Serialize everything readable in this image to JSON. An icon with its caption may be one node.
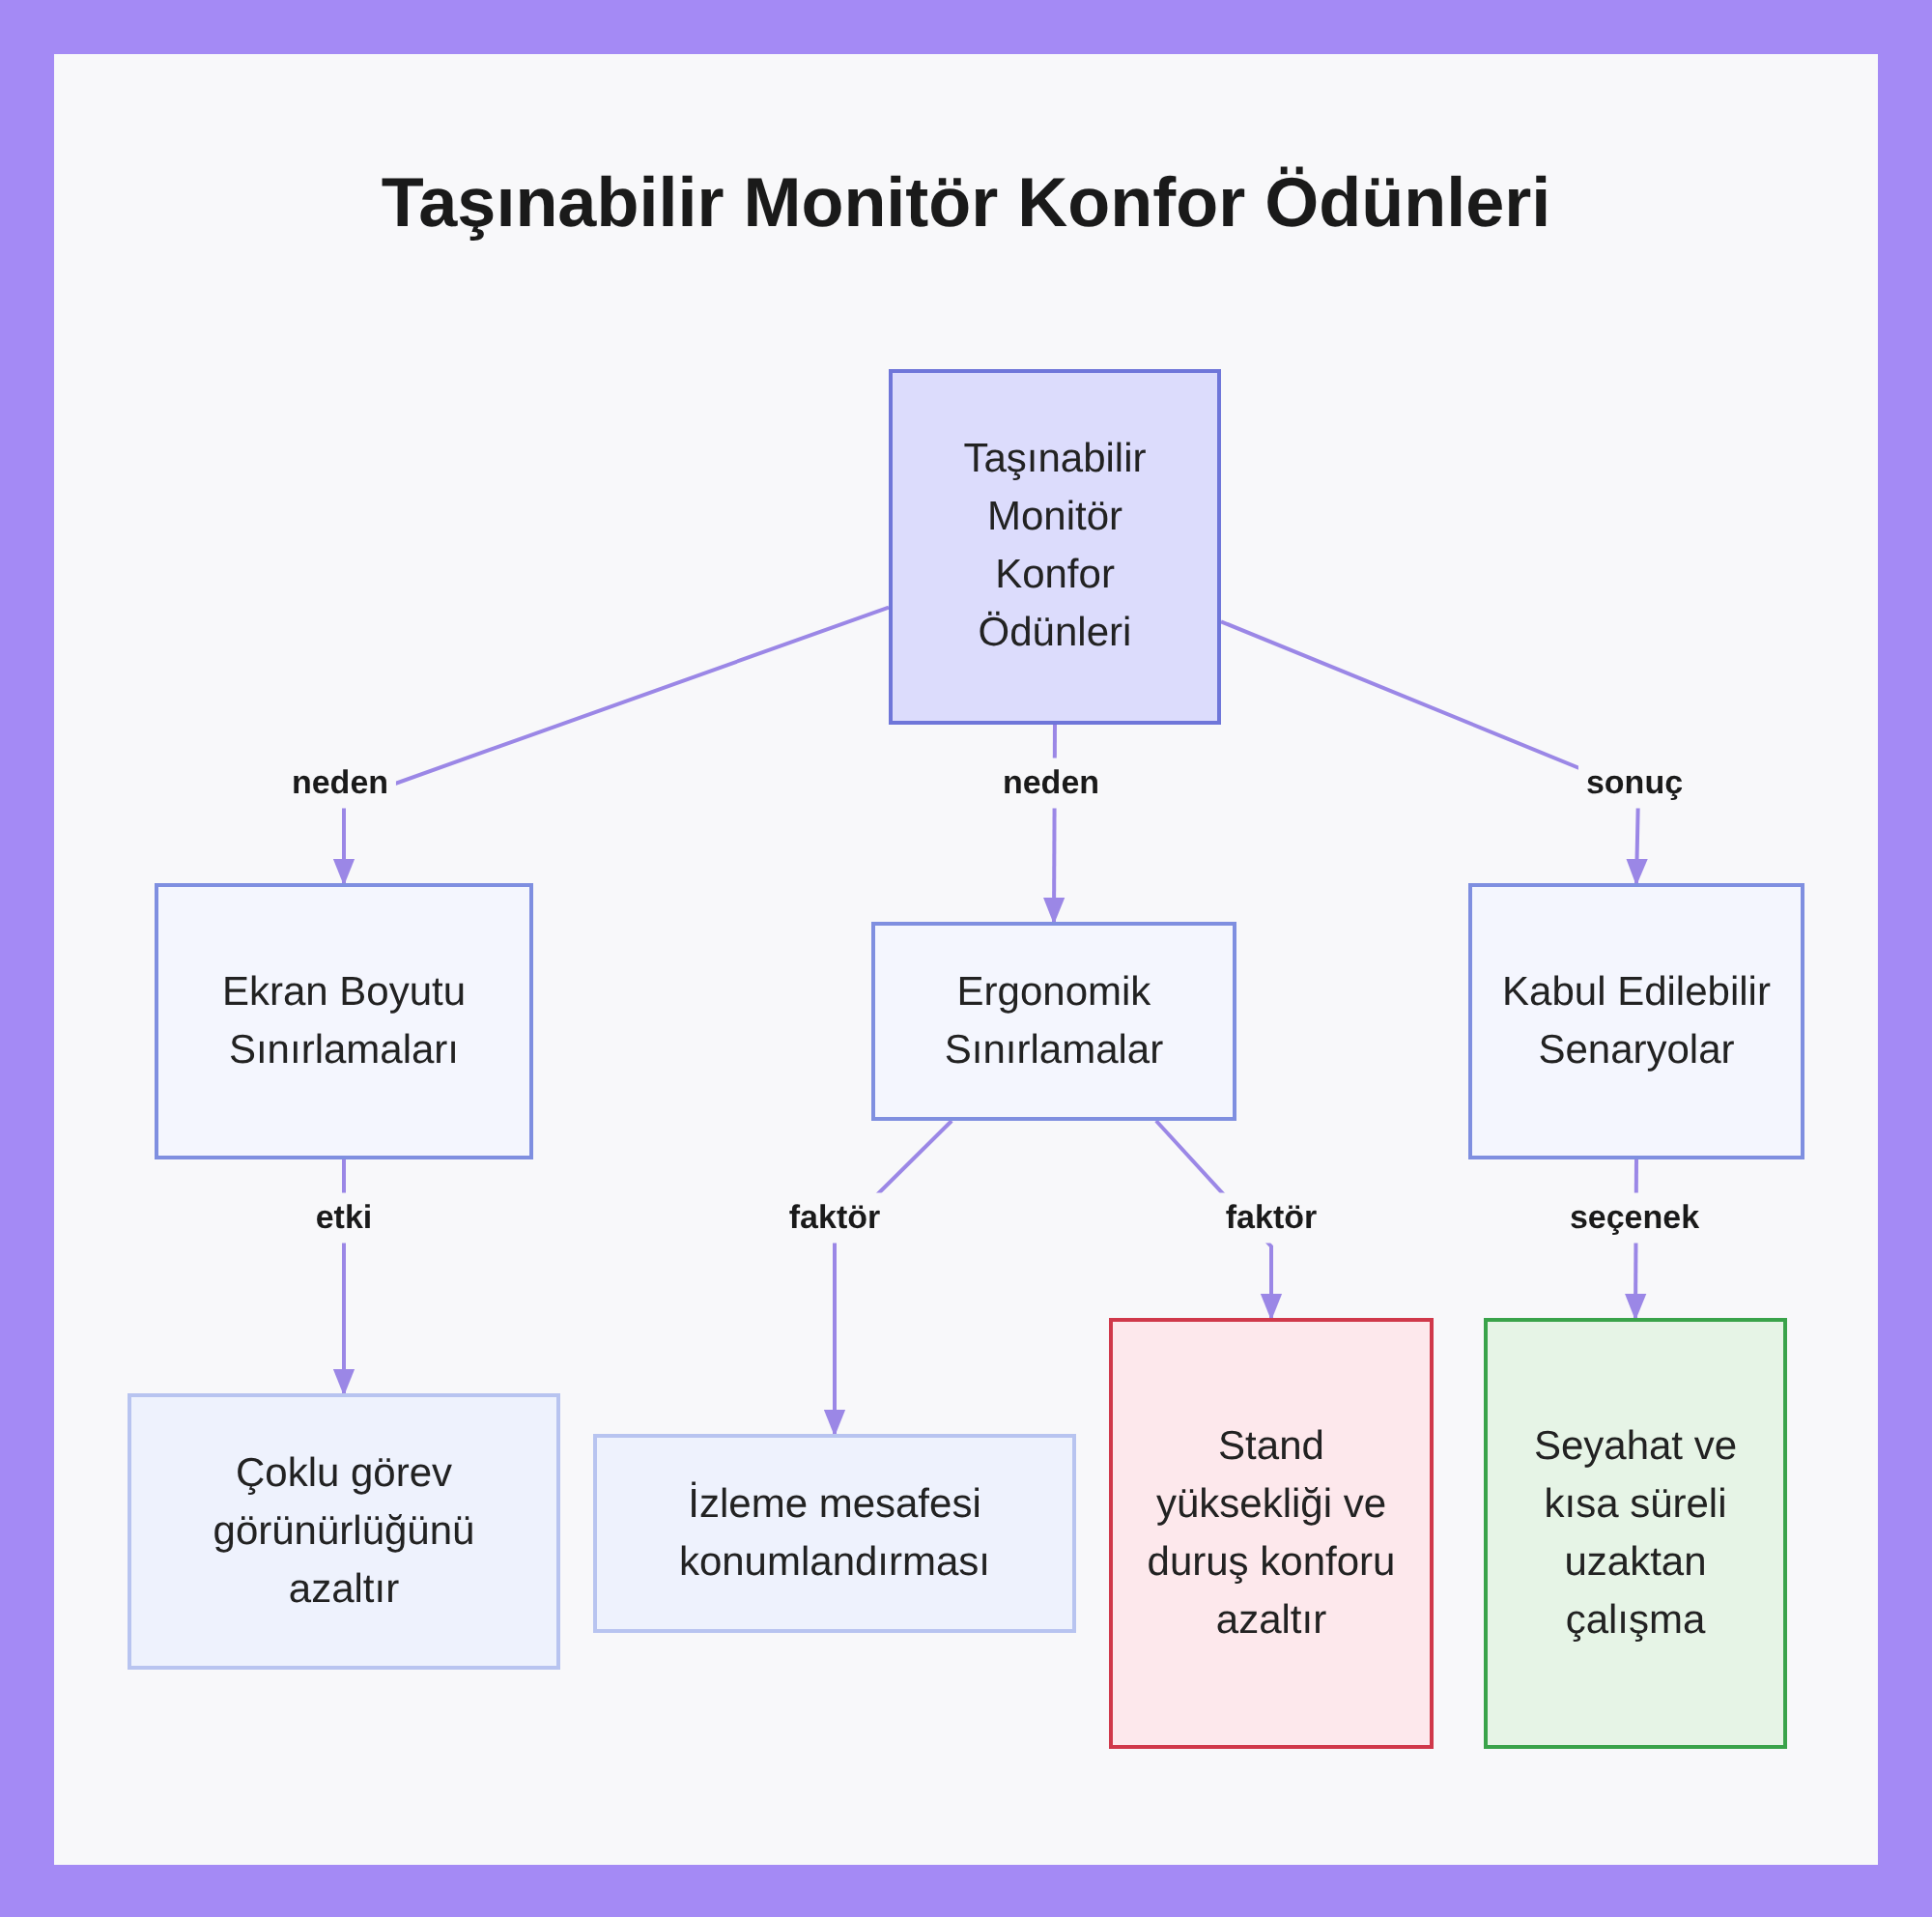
{
  "diagram": {
    "title": "Taşınabilir Monitör Konfor Ödünleri",
    "nodes": [
      {
        "text": [
          "Taşınabilir Monitör Konfor Ödünleri"
        ]
      },
      {
        "text": [
          "Ekran Boyutu Sınırlamaları"
        ]
      },
      {
        "text": [
          "Ergonomik Sınırlamalar"
        ]
      },
      {
        "text": [
          "Kabul Edilebilir Senaryolar"
        ]
      },
      {
        "text": [
          "Çoklu görev görünürlüğünü azaltır"
        ]
      },
      {
        "text": [
          "İzleme mesafesi konumlandırması"
        ]
      },
      {
        "text": [
          "Stand yüksekliği ve duruş konforu azaltır"
        ]
      },
      {
        "text": [
          "Seyahat ve kısa süreli uzaktan çalışma"
        ]
      }
    ],
    "edges": [
      {
        "from": 0,
        "to": 1,
        "arrow": "to",
        "label": "neden"
      },
      {
        "from": 0,
        "to": 2,
        "arrow": "to",
        "label": "neden"
      },
      {
        "from": 0,
        "to": 3,
        "arrow": "to",
        "label": "sonuç"
      },
      {
        "from": 1,
        "to": 4,
        "arrow": "to",
        "label": "etki"
      },
      {
        "from": 2,
        "to": 5,
        "arrow": "to",
        "label": "faktör"
      },
      {
        "from": 2,
        "to": 6,
        "arrow": "to",
        "label": "faktör"
      },
      {
        "from": 3,
        "to": 7,
        "arrow": "to",
        "label": "seçenek"
      }
    ]
  }
}
